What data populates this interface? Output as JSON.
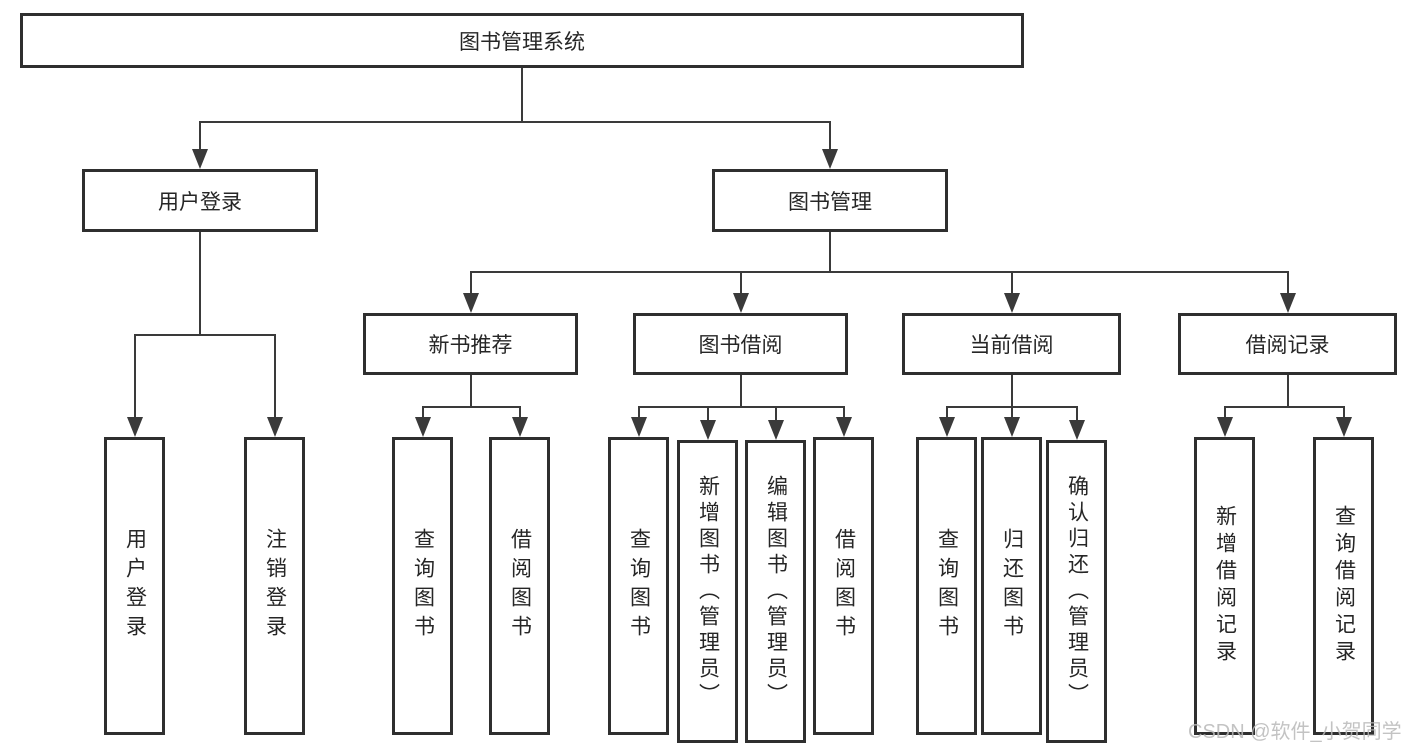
{
  "colors": {
    "line": "#3a3a3a",
    "border": "#2f2f2f",
    "text": "#262626",
    "bg": "#ffffff",
    "watermark": "#b9b9b9"
  },
  "watermark": {
    "text": "CSDN @软件_小贺同学"
  },
  "diagram": {
    "root": {
      "label": "图书管理系统"
    },
    "level1": [
      {
        "label": "用户登录"
      },
      {
        "label": "图书管理"
      }
    ],
    "level2": [
      {
        "label": "新书推荐"
      },
      {
        "label": "图书借阅"
      },
      {
        "label": "当前借阅"
      },
      {
        "label": "借阅记录"
      }
    ],
    "leaves": [
      {
        "label": "用户登录"
      },
      {
        "label": "注销登录"
      },
      {
        "label": "查询图书"
      },
      {
        "label": "借阅图书"
      },
      {
        "label": "查询图书"
      },
      {
        "label": "新增图书（管理员）"
      },
      {
        "label": "编辑图书（管理员）"
      },
      {
        "label": "借阅图书"
      },
      {
        "label": "查询图书"
      },
      {
        "label": "归还图书"
      },
      {
        "label": "确认归还（管理员）"
      },
      {
        "label": "新增借阅记录"
      },
      {
        "label": "查询借阅记录"
      }
    ]
  }
}
